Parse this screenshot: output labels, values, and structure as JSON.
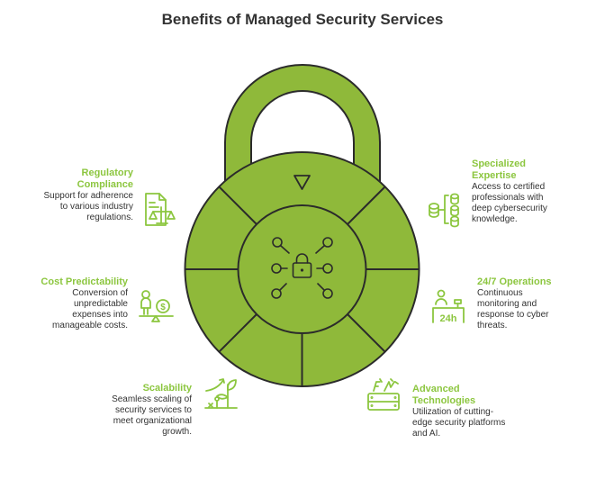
{
  "title": "Benefits of Managed Security Services",
  "colors": {
    "accent": "#8cc63f",
    "lock_fill": "#8fb93a",
    "outline": "#2b2b2b"
  },
  "benefits": [
    {
      "title": "Regulatory Compliance",
      "description": "Support for adherence to various industry regulations.",
      "icon": "document-scales-icon"
    },
    {
      "title": "Cost Predictability",
      "description": "Conversion of unpredictable expenses into manageable costs.",
      "icon": "person-coin-balance-icon"
    },
    {
      "title": "Scalability",
      "description": "Seamless scaling of security services to meet organizational growth.",
      "icon": "growing-plant-icon"
    },
    {
      "title": "Specialized Expertise",
      "description": "Access to certified professionals with deep cybersecurity knowledge.",
      "icon": "database-hierarchy-icon"
    },
    {
      "title": "24/7 Operations",
      "description": "Continuous monitoring and response to cyber threats.",
      "icon": "operator-24h-icon",
      "icon_text": "24h"
    },
    {
      "title": "Advanced Technologies",
      "description": "Utilization of cutting-edge security platforms and AI.",
      "icon": "server-tech-icon"
    }
  ]
}
